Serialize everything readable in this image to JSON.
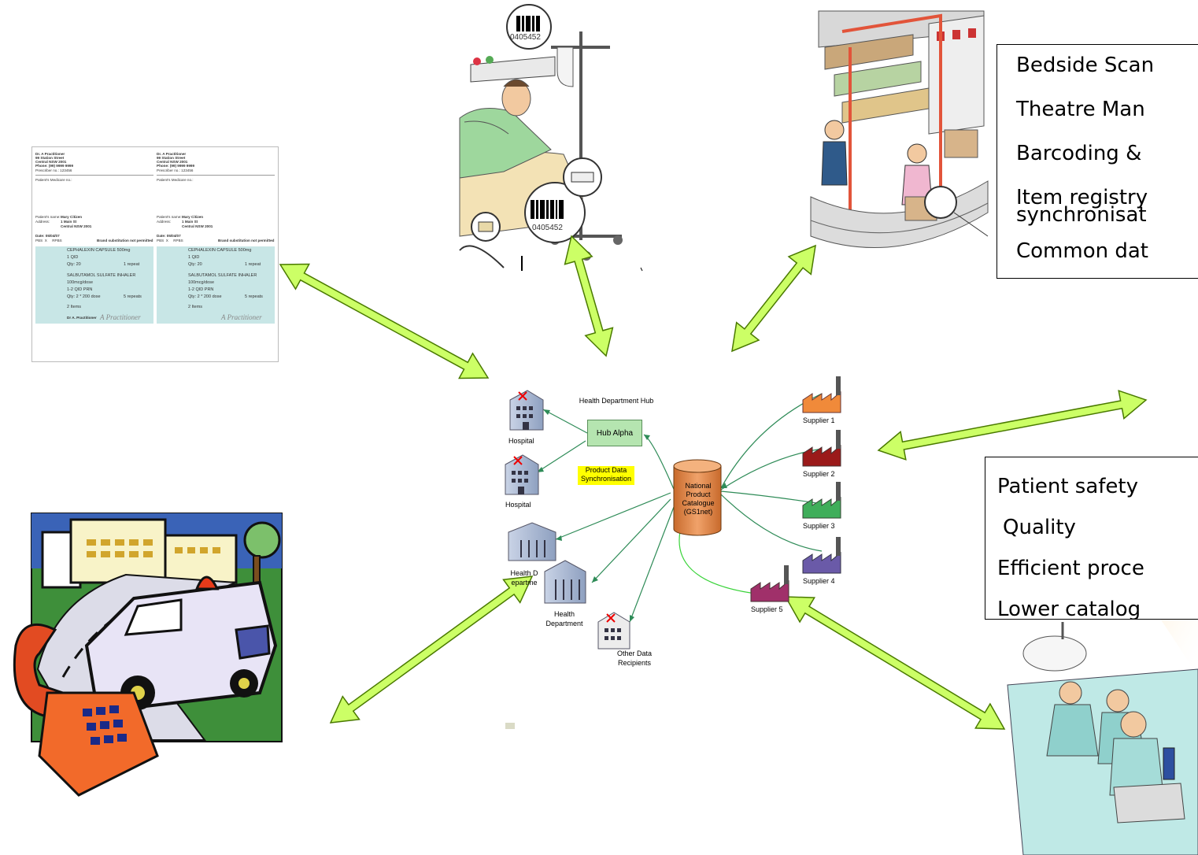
{
  "prescription": {
    "prescriber_name": "Dr. A Practitioner",
    "prescriber_address_1": "99 Station Street",
    "prescriber_address_2": "Central NSW 2001",
    "prescriber_phone": "Phone: (99) 9999 9999",
    "prescriber_no": "Prescriber no.: 123456",
    "medicare_label": "Patient's Medicare no.:",
    "patient_label": "Patient's name:",
    "patient_name": "Mary Citizen",
    "address_label": "Address:",
    "patient_address_1": "1 Main St",
    "patient_address_2": "Central NSW 2001",
    "date": "Date: 05/04/07",
    "pbs": "PBS  X     RPBS",
    "brand_sub": "Brand substitution not permitted",
    "med1": "CEPHALEXIN CAPSULE 500mg",
    "med1_dose": "1 QID",
    "med1_qty": "Qty: 20",
    "med1_repeat": "1 repeat",
    "med2": "SALBUTAMOL SULFATE INHALER",
    "med2_dose": "100mcg/dose",
    "med2_freq": "1-2 QID PRN",
    "med2_qty": "Qty: 2 * 200 dose",
    "med2_repeat": "5 repeats",
    "items": "2 Items",
    "signature": "A Practitioner",
    "practitioner_sig": "Dr A. Practitioner"
  },
  "bedside_barcode_top": "0405452",
  "bedside_barcode_bottom": "0405452",
  "benefits_top": {
    "items": [
      "Bedside Scan",
      "Theatre Man",
      "Barcoding &",
      "Item registry",
      "synchronisat",
      "Common dat"
    ]
  },
  "benefits_bottom": {
    "items": [
      "Patient safety",
      "Quality",
      "Efficient proce",
      "Lower catalog"
    ]
  },
  "network": {
    "hub_caption": "Health Department Hub",
    "hub_label": "Hub Alpha",
    "sync_label": "Product Data Synchronisation",
    "catalogue_lines": [
      "National",
      "Product",
      "Catalogue",
      "(GS1net)"
    ],
    "hospital_1": "Hospital",
    "hospital_2": "Hospital",
    "health_dept_1": "Health Departme",
    "health_dept_2": "Health Department",
    "other_recipients": "Other Data Recipients",
    "supplier_1": "Supplier 1",
    "supplier_2": "Supplier 2",
    "supplier_3": "Supplier 3",
    "supplier_4": "Supplier 4",
    "supplier_5": "Supplier 5"
  },
  "colors": {
    "arrow_fill": "#ccff66",
    "arrow_stroke": "#4a7a00",
    "connector": "#2e8b57",
    "catalogue": "#e8955a",
    "hub": "#b5e5b0",
    "highlight": "#ffff00"
  }
}
